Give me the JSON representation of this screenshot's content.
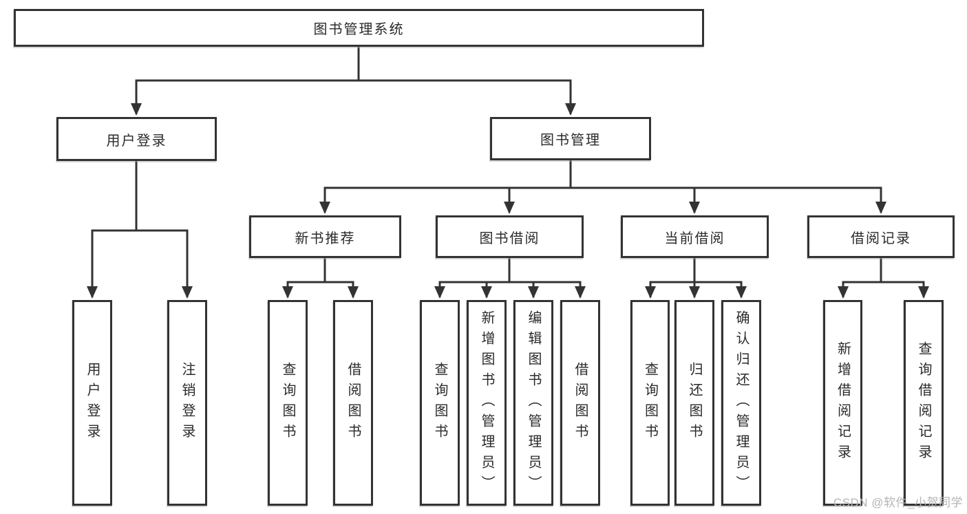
{
  "diagram": {
    "title": "图书管理系统",
    "nodes": {
      "root": {
        "label": "图书管理系统"
      },
      "level2": [
        {
          "label": "用户登录",
          "parent": "图书管理系统"
        },
        {
          "label": "图书管理",
          "parent": "图书管理系统"
        }
      ],
      "level3": [
        {
          "label": "新书推荐",
          "parent": "图书管理"
        },
        {
          "label": "图书借阅",
          "parent": "图书管理"
        },
        {
          "label": "当前借阅",
          "parent": "图书管理"
        },
        {
          "label": "借阅记录",
          "parent": "图书管理"
        }
      ],
      "leaves": [
        {
          "label": "用户登录",
          "parent": "用户登录"
        },
        {
          "label": "注销登录",
          "parent": "用户登录"
        },
        {
          "label": "查询图书",
          "parent": "新书推荐"
        },
        {
          "label": "借阅图书",
          "parent": "新书推荐"
        },
        {
          "label": "查询图书",
          "parent": "图书借阅"
        },
        {
          "label": "新增图书（管理员）",
          "parent": "图书借阅"
        },
        {
          "label": "编辑图书（管理员）",
          "parent": "图书借阅"
        },
        {
          "label": "借阅图书",
          "parent": "图书借阅"
        },
        {
          "label": "查询图书",
          "parent": "当前借阅"
        },
        {
          "label": "归还图书",
          "parent": "当前借阅"
        },
        {
          "label": "确认归还（管理员）",
          "parent": "当前借阅"
        },
        {
          "label": "新增借阅记录",
          "parent": "借阅记录"
        },
        {
          "label": "查询借阅记录",
          "parent": "借阅记录"
        }
      ]
    },
    "colors": {
      "line": "#333333",
      "box_border": "#333333",
      "box_fill": "#ffffff",
      "text": "#2a2a2a",
      "background": "#ffffff",
      "watermark_text": "#b4b4b4"
    }
  },
  "watermark": {
    "label": "CSDN @软件_小贺同学"
  }
}
